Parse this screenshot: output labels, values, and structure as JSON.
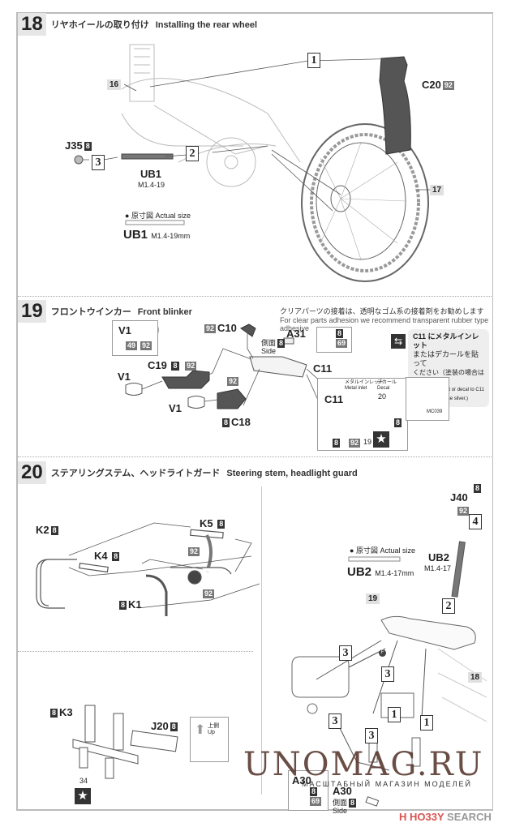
{
  "steps": [
    {
      "number": "18",
      "title_jp": "リヤホイールの取り付け",
      "title_en": "Installing the rear wheel",
      "refs": [
        "16",
        "17"
      ],
      "parts": {
        "c20": "C20",
        "c20_paint": "92",
        "j35": "J35",
        "j35_paint": "8",
        "ub1": "UB1",
        "ub1_spec": "M1.4-19"
      },
      "substeps": [
        "1",
        "2",
        "3"
      ],
      "actual_size": {
        "jp": "原寸図",
        "en": "Actual size",
        "part": "UB1",
        "spec": "M1.4-19mm"
      }
    },
    {
      "number": "19",
      "title_jp": "フロントウインカー",
      "title_en": "Front blinker",
      "note_jp": "クリアパーツの接着は、透明なゴム系の接着剤をお勧めします",
      "note_en": "For clear parts adhesion we recommend transparent rubber type adhesive",
      "parts": {
        "v1": "V1",
        "v1_paints": [
          "49",
          "92"
        ],
        "c10": "C10",
        "c10_paint": "92",
        "a31": "A31",
        "a31_side_jp": "側面",
        "a31_side_en": "Side",
        "a31_paint": "8",
        "a31_detail_paints": [
          "8",
          "69"
        ],
        "c19": "C19",
        "c19_paints": [
          "8",
          "92"
        ],
        "c18": "C18",
        "c18_paint": "8",
        "c18_extra_paint": "92",
        "c11": "C11",
        "c11_detail": {
          "metal_jp": "メタルインレット",
          "metal_en": "Metal inlet",
          "decal_jp": "デカール",
          "decal_en": "Decal",
          "decal_num": "20",
          "paints": [
            "8",
            "8",
            "92"
          ],
          "num": "19"
        },
        "sheet_code": "MC039"
      },
      "c11_note": {
        "jp1": "C11 にメタルインレット",
        "jp2": "またはデカールを貼って",
        "jp3": "ください（塗装の場合は 8）",
        "en1": "Attach metal inlet or decal to C11",
        "en2": "(If you paint it, use silver.)"
      }
    },
    {
      "number": "20",
      "title_jp": "ステアリングステム、ヘッドライトガード",
      "title_en": "Steering stem, headlight guard",
      "refs": [
        "19",
        "18"
      ],
      "parts": {
        "k2": "K2",
        "k2_paint": "8",
        "k5": "K5",
        "k5_paint": "8",
        "k4": "K4",
        "k4_paint": "8",
        "k1": "K1",
        "k1_paint": "8",
        "k_paints": [
          "92",
          "92"
        ],
        "k3": "K3",
        "k3_paint": "8",
        "j20": "J20",
        "j20_paint": "8",
        "up_jp": "上側",
        "up_en": "Up",
        "num34": "34",
        "j40": "J40",
        "j40_paints": [
          "8",
          "92"
        ],
        "ub2": "UB2",
        "ub2_spec": "M1.4-17",
        "a30": "A30",
        "a30_paints": [
          "8",
          "69"
        ],
        "a30_side_jp": "側面",
        "a30_side_en": "Side",
        "a30_side_paint": "8",
        "f_mark": "F"
      },
      "substeps": [
        "1",
        "1",
        "2",
        "3",
        "3",
        "3",
        "3",
        "4"
      ],
      "actual_size": {
        "jp": "原寸図",
        "en": "Actual size",
        "part": "UB2",
        "spec": "M1.4-17mm"
      }
    }
  ],
  "watermark": {
    "main": "UNOMAG.RU",
    "sub": "МАСШТАБНЫЙ МАГАЗИН МОДЕЛЕЙ"
  },
  "credit": {
    "logo": "H",
    "brand": "HO33Y",
    "suffix": "SEARCH"
  }
}
